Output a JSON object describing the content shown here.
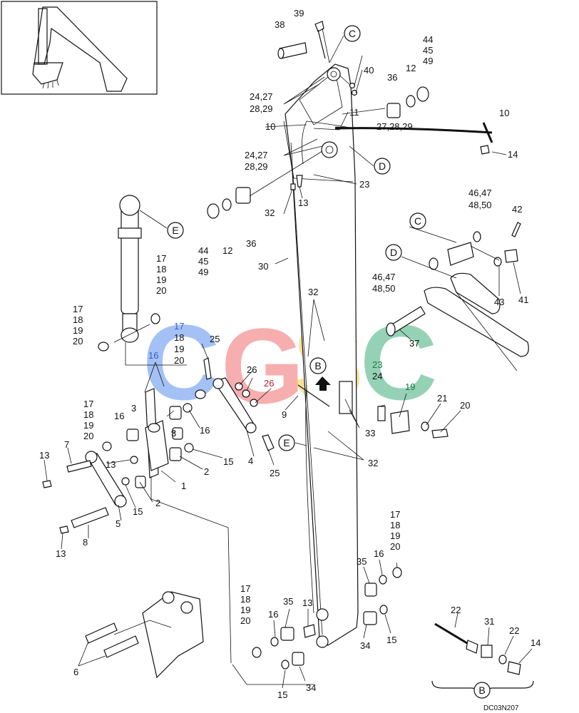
{
  "diagram": {
    "drawing_code": "DC03N207",
    "watermark": {
      "letters": [
        "C",
        "G",
        "S",
        "C"
      ],
      "colors": [
        "#5b8ff0",
        "#f26d6d",
        "#f7c94a",
        "#3fae7a"
      ]
    },
    "callout_letters": {
      "c1": "C",
      "c2": "C",
      "d1": "D",
      "d2": "D",
      "e1": "E",
      "e2": "E",
      "b1": "B",
      "b2": "B"
    },
    "part_numbers": {
      "p39": "39",
      "p38": "38",
      "p44a": "44",
      "p45a": "45",
      "p49a": "49",
      "p40": "40",
      "p36a": "36",
      "p12a": "12",
      "p2427a": "24,27",
      "p2829a": "28,29",
      "p11": "11",
      "p10a": "10",
      "p272829": "27,28,29",
      "p10b": "10",
      "p14a": "14",
      "p2427b": "24,27",
      "p2829b": "28,29",
      "p23a": "23",
      "p32a": "32",
      "p13a": "13",
      "p44b": "44",
      "p45b": "45",
      "p49b": "49",
      "p12b": "12",
      "p36b": "36",
      "p4647a": "46,47",
      "p4850a": "48,50",
      "p42": "42",
      "p4647b": "46,47",
      "p4850b": "48,50",
      "p43": "43",
      "p41": "41",
      "p30": "30",
      "p32b": "32",
      "p37": "37",
      "p17a": "17",
      "p18a": "18",
      "p19a": "19",
      "p20a": "20",
      "p17b": "17",
      "p18b": "18",
      "p19b": "19",
      "p20b": "20",
      "p17c": "17",
      "p18c": "18",
      "p19c": "19",
      "p20c": "20",
      "p16a": "16",
      "p25a": "25",
      "p26a": "26",
      "p26b": "26",
      "p23b": "23",
      "p24": "24",
      "p19d": "19",
      "p21": "21",
      "p20d": "20",
      "p17d": "17",
      "p18d": "18",
      "p19e": "19",
      "p20e": "20",
      "p16b": "16",
      "p3a": "3",
      "p3b": "3",
      "p16c": "16",
      "p9": "9",
      "p33": "33",
      "p7": "7",
      "p13b": "13",
      "p13c": "13",
      "p15a": "15",
      "p2a": "2",
      "p4": "4",
      "p32c": "32",
      "p1": "1",
      "p2b": "2",
      "p15b": "15",
      "p5": "5",
      "p25b": "25",
      "p8": "8",
      "p13d": "13",
      "p17e": "17",
      "p18e": "18",
      "p19f": "19",
      "p20f": "20",
      "p35a": "35",
      "p16d": "16",
      "p17f": "17",
      "p18f": "18",
      "p19g": "19",
      "p20g": "20",
      "p16e": "16",
      "p35b": "35",
      "p13e": "13",
      "p34a": "34",
      "p15c": "15",
      "p22a": "22",
      "p31": "31",
      "p22b": "22",
      "p14b": "14",
      "p6": "6",
      "p15d": "15",
      "p34b": "34"
    }
  }
}
